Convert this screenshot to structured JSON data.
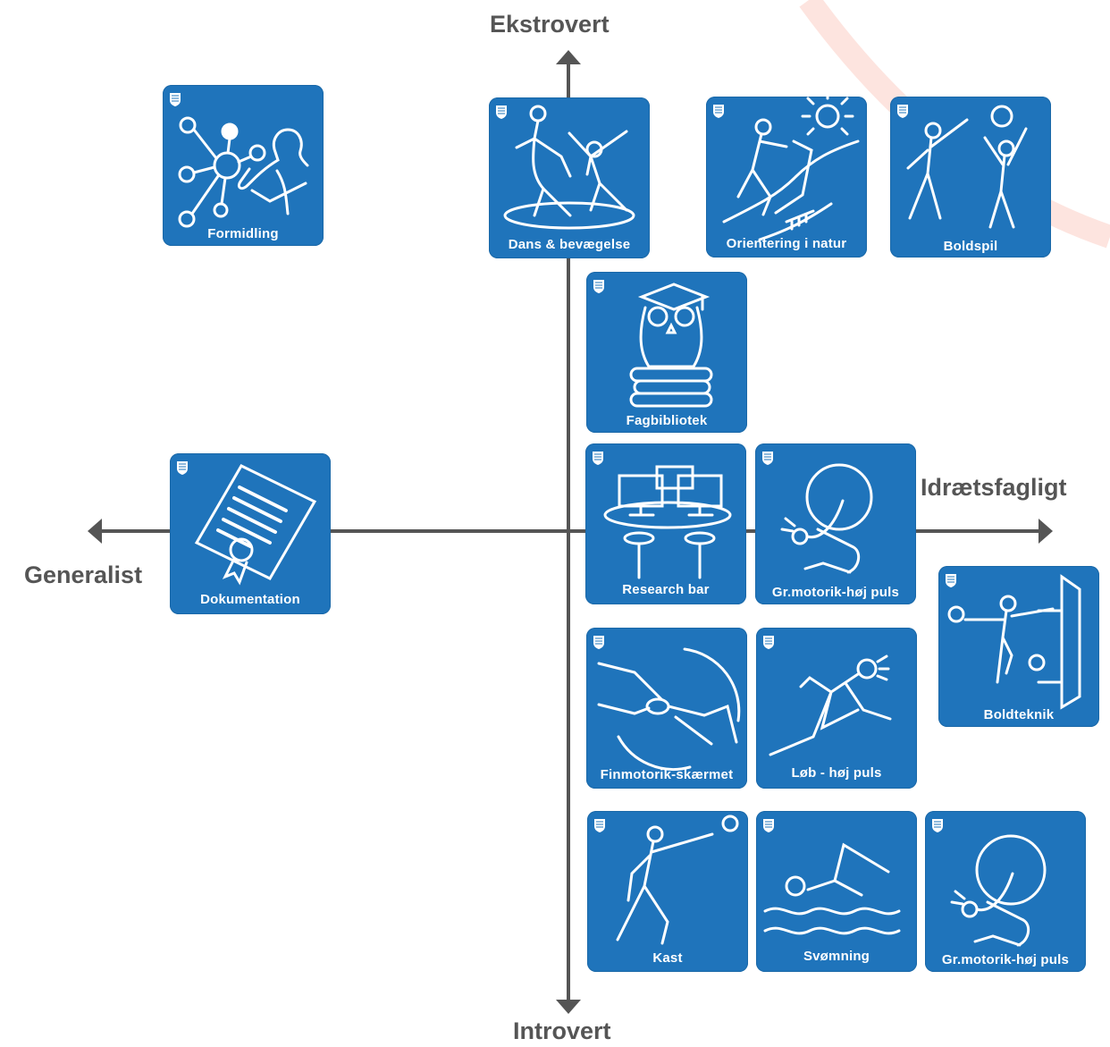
{
  "axes": {
    "top": "Ekstrovert",
    "bottom": "Introvert",
    "left": "Generalist",
    "right": "Idrætsfagligt"
  },
  "tiles": {
    "formidling": "Formidling",
    "dans": "Dans & bevægelse",
    "orientering": "Orientering i natur",
    "boldspil": "Boldspil",
    "fagbibliotek": "Fagbibliotek",
    "dokumentation": "Dokumentation",
    "research": "Research bar",
    "grmotorik1": "Gr.motorik-høj puls",
    "boldteknik": "Boldteknik",
    "finmotorik": "Finmotorik-skærmet",
    "loeb": "Løb - høj puls",
    "kast": "Kast",
    "svoemning": "Svømning",
    "grmotorik2": "Gr.motorik-høj puls"
  },
  "colors": {
    "tile": "#1f74bb",
    "axis": "#555555",
    "arc": "#fde4df"
  },
  "icons": {
    "formidling": "network-person-icon",
    "dans": "dancers-icon",
    "orientering": "hiker-sun-icon",
    "boldspil": "ball-players-icon",
    "fagbibliotek": "owl-books-icon",
    "dokumentation": "certificate-icon",
    "research": "computers-table-icon",
    "grmotorik1": "gymnastics-ball-icon",
    "boldteknik": "ball-goal-icon",
    "finmotorik": "hands-tool-icon",
    "loeb": "runner-icon",
    "kast": "thrower-icon",
    "svoemning": "swimmer-icon",
    "grmotorik2": "gymnastics-ball-icon"
  }
}
